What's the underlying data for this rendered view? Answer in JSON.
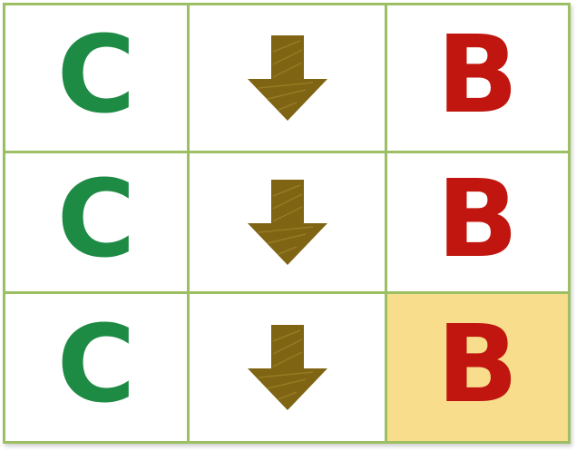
{
  "colors": {
    "grid_line": "#9dbf63",
    "letter_c": "#1e8b45",
    "letter_b": "#c0160f",
    "arrow": "#7f6414",
    "highlight": "#f7dd8c"
  },
  "board": {
    "rows": 3,
    "cols": 3,
    "cells": [
      [
        {
          "type": "letter",
          "text": "C",
          "color": "#1e8b45"
        },
        {
          "type": "icon",
          "icon": "arrow-down-icon"
        },
        {
          "type": "letter",
          "text": "B",
          "color": "#c0160f"
        }
      ],
      [
        {
          "type": "letter",
          "text": "C",
          "color": "#1e8b45"
        },
        {
          "type": "icon",
          "icon": "arrow-down-icon"
        },
        {
          "type": "letter",
          "text": "B",
          "color": "#c0160f"
        }
      ],
      [
        {
          "type": "letter",
          "text": "C",
          "color": "#1e8b45"
        },
        {
          "type": "icon",
          "icon": "arrow-down-icon"
        },
        {
          "type": "letter",
          "text": "B",
          "color": "#c0160f",
          "highlighted": true
        }
      ]
    ]
  }
}
